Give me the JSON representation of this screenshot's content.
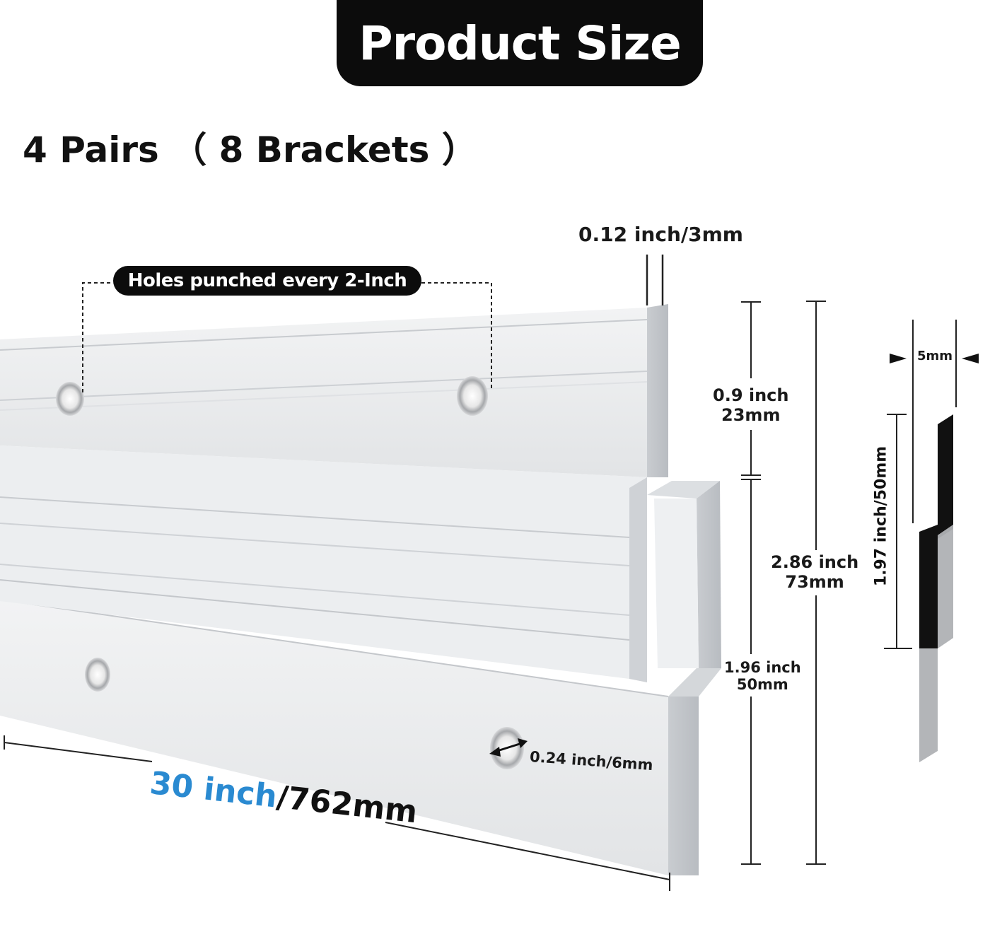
{
  "title": "Product Size",
  "subtitle": "4 Pairs （ 8 Brackets ）",
  "callouts": {
    "holes": "Holes punched every 2-Inch",
    "thickness": "0.12 inch/3mm",
    "upper_height_inch": "0.9 inch",
    "upper_height_mm": "23mm",
    "total_height_inch": "2.86 inch",
    "total_height_mm": "73mm",
    "lower_height_inch": "1.96 inch",
    "lower_height_mm": "50mm",
    "hole_diameter": "0.24 inch/6mm",
    "length_inch": "30 inch",
    "length_mm": "/762mm",
    "profile_depth": "5mm",
    "profile_height": "1.97 inch/50mm"
  },
  "colors": {
    "accent_blue": "#2a8ad1",
    "pill_black": "#0c0c0c",
    "aluminum": "#e6e8ea"
  }
}
